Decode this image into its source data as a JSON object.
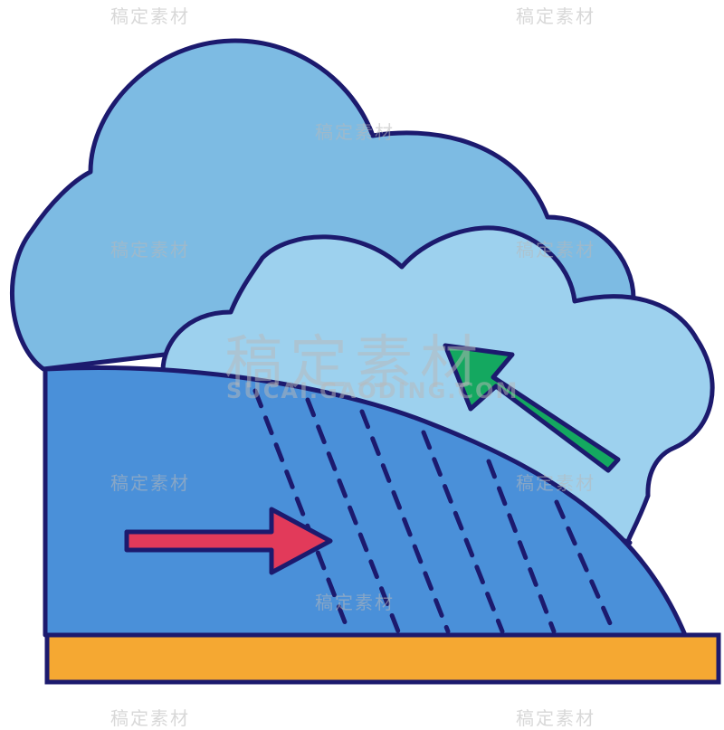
{
  "illustration": {
    "colors": {
      "outline": "#1c1a6e",
      "cloud_back": "#7dbbe3",
      "cloud_front": "#9dd1ee",
      "air_mass": "#4a90d9",
      "ground": "#f5a832",
      "arrow_red": "#e23a5a",
      "arrow_green": "#14a860",
      "rain_dash": "#1c1a6e"
    },
    "icons": [
      "cloud-back-icon",
      "cloud-front-icon",
      "warm-front-icon",
      "rain-icon",
      "wind-right-arrow-icon",
      "rising-air-arrow-icon",
      "ground-icon"
    ]
  },
  "watermark": {
    "small_text": "稿定素材",
    "big_text": "稿定素材",
    "sub_text": "SUCAI.GAODING.COM"
  }
}
